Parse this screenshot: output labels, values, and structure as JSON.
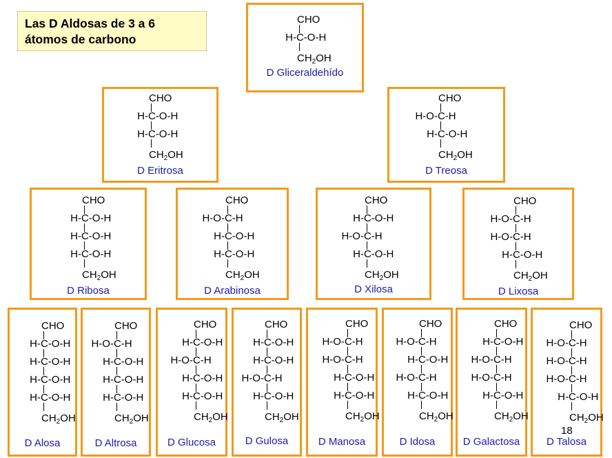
{
  "title": {
    "line1": "Las D Aldosas de 3 a 6",
    "line2": "átomos de carbono"
  },
  "page_number": "18",
  "sugars": [
    {
      "name": "D Gliceraldehído",
      "carbons": [
        "H-C-O-H"
      ]
    },
    {
      "name": "D Eritrosa",
      "carbons": [
        "H-C-O-H",
        "H-C-O-H"
      ]
    },
    {
      "name": "D Treosa",
      "carbons": [
        "H-O-C-H",
        "H-C-O-H"
      ]
    },
    {
      "name": "D Ribosa",
      "carbons": [
        "H-C-O-H",
        "H-C-O-H",
        "H-C-O-H"
      ]
    },
    {
      "name": "D Arabinosa",
      "carbons": [
        "H-O-C-H",
        "H-C-O-H",
        "H-C-O-H"
      ]
    },
    {
      "name": "D Xilosa",
      "carbons": [
        "H-C-O-H",
        "H-O-C-H",
        "H-C-O-H"
      ]
    },
    {
      "name": "D Lixosa",
      "carbons": [
        "H-O-C-H",
        "H-O-C-H",
        "H-C-O-H"
      ]
    },
    {
      "name": "D Alosa",
      "carbons": [
        "H-C-O-H",
        "H-C-O-H",
        "H-C-O-H",
        "H-C-O-H"
      ]
    },
    {
      "name": "D Altrosa",
      "carbons": [
        "H-O-C-H",
        "H-C-O-H",
        "H-C-O-H",
        "H-C-O-H"
      ]
    },
    {
      "name": "D Glucosa",
      "carbons": [
        "H-C-O-H",
        "H-O-C-H",
        "H-C-O-H",
        "H-C-O-H"
      ]
    },
    {
      "name": "D Gulosa",
      "carbons": [
        "H-C-O-H",
        "H-C-O-H",
        "H-O-C-H",
        "H-C-O-H"
      ]
    },
    {
      "name": "D Manosa",
      "carbons": [
        "H-O-C-H",
        "H-O-C-H",
        "H-C-O-H",
        "H-C-O-H"
      ]
    },
    {
      "name": "D Idosa",
      "carbons": [
        "H-O-C-H",
        "H-C-O-H",
        "H-O-C-H",
        "H-C-O-H"
      ]
    },
    {
      "name": "D Galactosa",
      "carbons": [
        "H-C-O-H",
        "H-O-C-H",
        "H-O-C-H",
        "H-C-O-H"
      ]
    },
    {
      "name": "D Talosa",
      "carbons": [
        "H-O-C-H",
        "H-O-C-H",
        "H-O-C-H",
        "H-C-O-H"
      ]
    }
  ],
  "formula_top": "CHO",
  "formula_bottom": "CH2OH"
}
